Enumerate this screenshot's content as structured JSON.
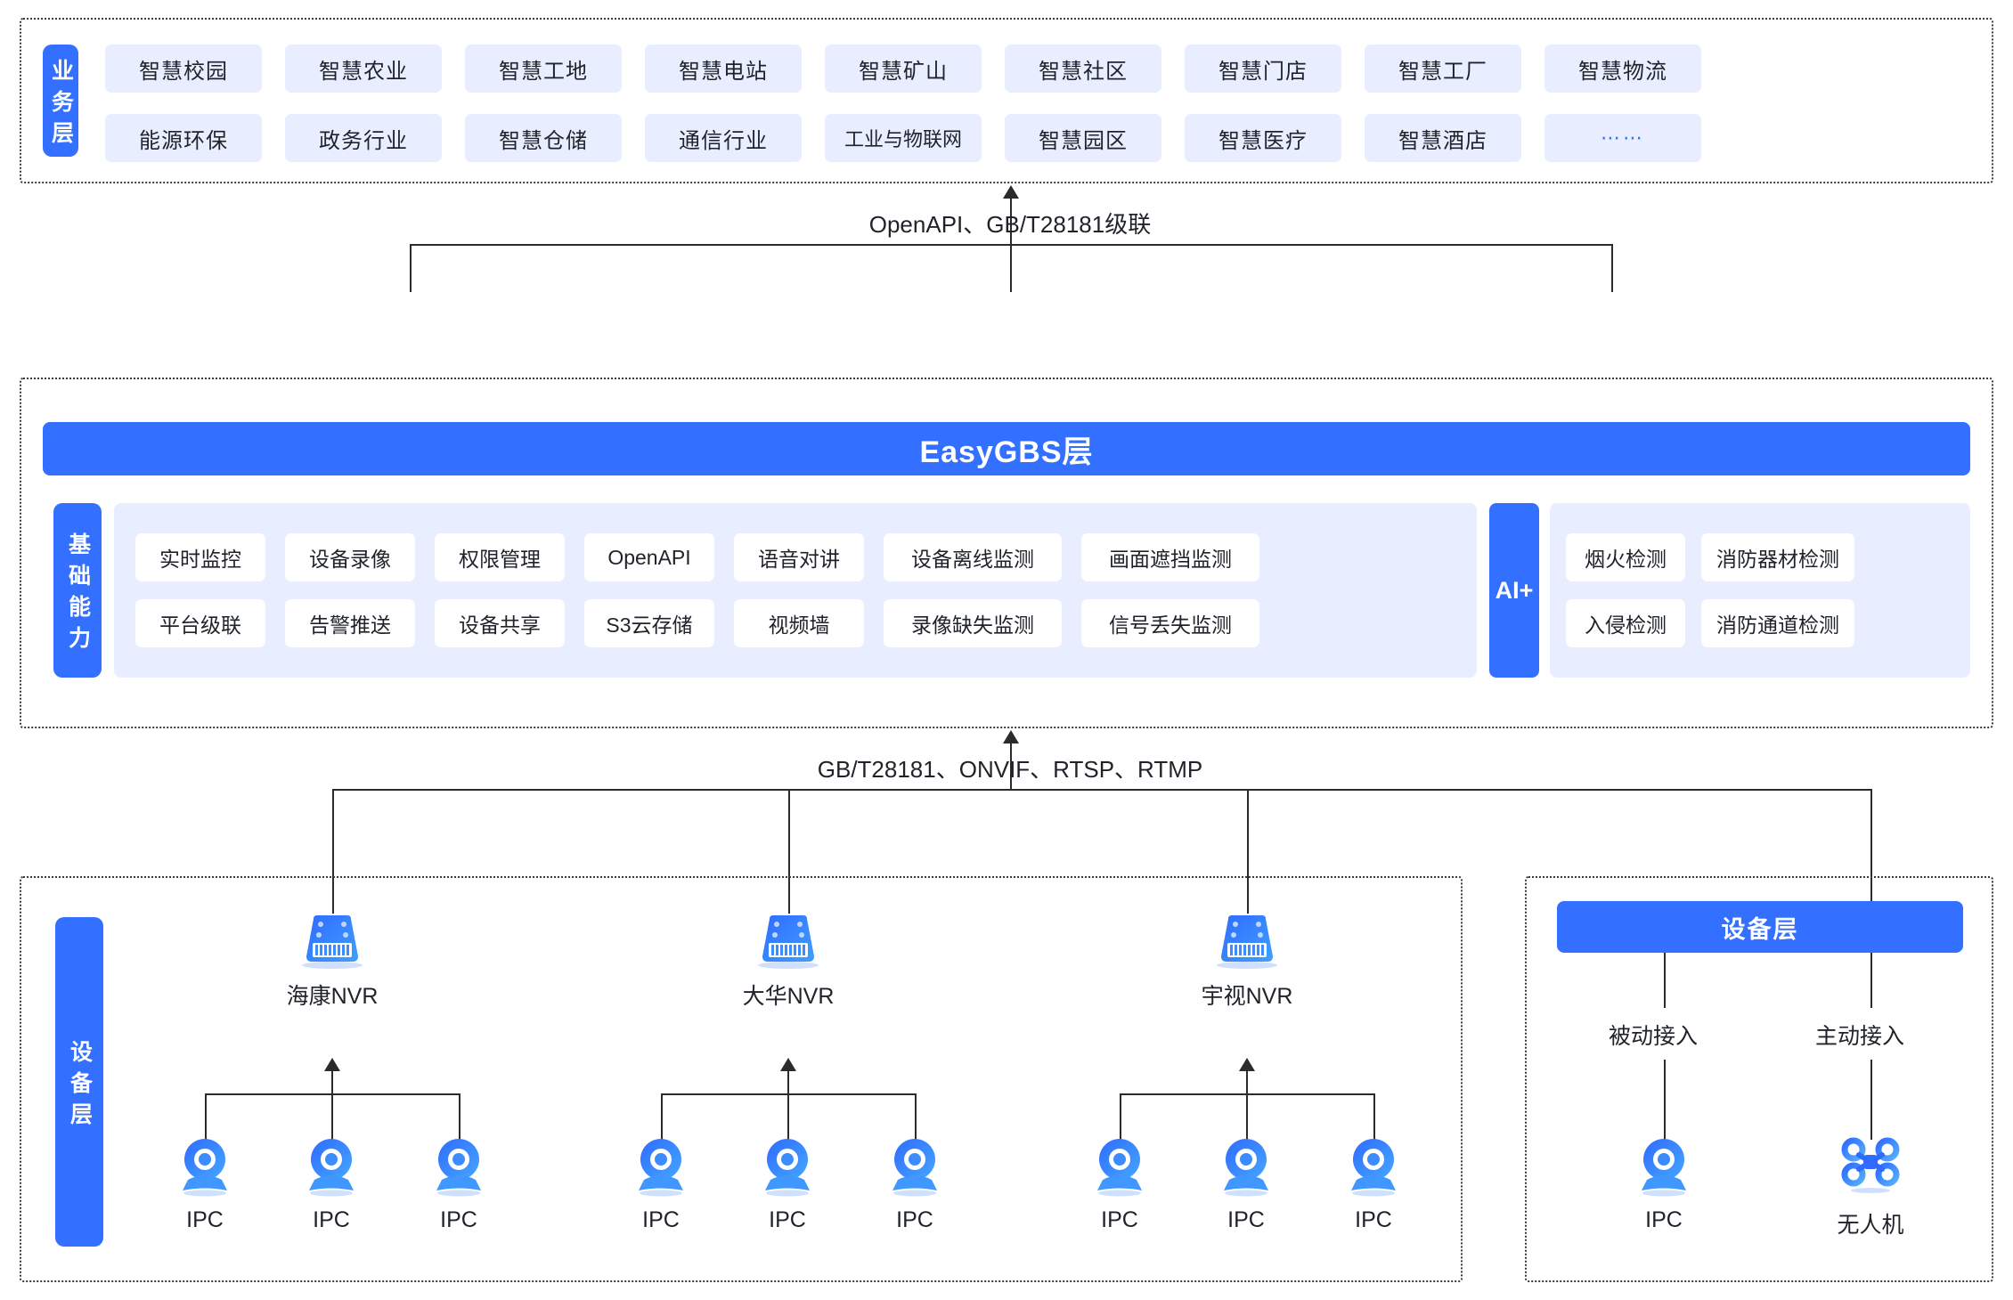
{
  "business_layer": {
    "tab_label": "业务层",
    "row1": [
      "智慧校园",
      "智慧农业",
      "智慧工地",
      "智慧电站",
      "智慧矿山",
      "智慧社区",
      "智慧门店",
      "智慧工厂",
      "智慧物流"
    ],
    "row2": [
      "能源环保",
      "政务行业",
      "智慧仓储",
      "通信行业",
      "工业与物联网",
      "智慧园区",
      "智慧医疗",
      "智慧酒店",
      "⋯⋯"
    ]
  },
  "connector_top": {
    "label": "OpenAPI、GB/T28181级联"
  },
  "platform_layer": {
    "gbs_title": "EasyGBS层",
    "tab_label": "基础能力",
    "cap_row1": [
      "实时监控",
      "设备录像",
      "权限管理",
      "OpenAPI",
      "语音对讲",
      "设备离线监测",
      "画面遮挡监测"
    ],
    "cap_row2": [
      "平台级联",
      "告警推送",
      "设备共享",
      "S3云存储",
      "视频墙",
      "录像缺失监测",
      "信号丢失监测"
    ],
    "ai_tab": "AI+",
    "ai_row1": [
      "烟火检测",
      "消防器材检测"
    ],
    "ai_row2": [
      "入侵检测",
      "消防通道检测"
    ]
  },
  "connector_bottom": {
    "label": "GB/T28181、ONVIF、RTSP、RTMP"
  },
  "device_layer": {
    "tab_label": "设备层",
    "nvrs": [
      {
        "name": "海康NVR",
        "children": [
          "IPC",
          "IPC",
          "IPC"
        ]
      },
      {
        "name": "大华NVR",
        "children": [
          "IPC",
          "IPC",
          "IPC"
        ]
      },
      {
        "name": "宇视NVR",
        "children": [
          "IPC",
          "IPC",
          "IPC"
        ]
      }
    ],
    "right_panel": {
      "bar_label": "设备层",
      "access_modes": [
        "被动接入",
        "主动接入"
      ],
      "devices": [
        "IPC",
        "无人机"
      ]
    }
  },
  "colors": {
    "brand_blue": "#3370ff",
    "chip_bg": "#e8eeff",
    "line": "#2b2b2b",
    "text": "#1f2329"
  },
  "icons": {
    "nvr": "nvr-icon",
    "ipc": "ipc-camera-icon",
    "drone": "drone-icon"
  }
}
